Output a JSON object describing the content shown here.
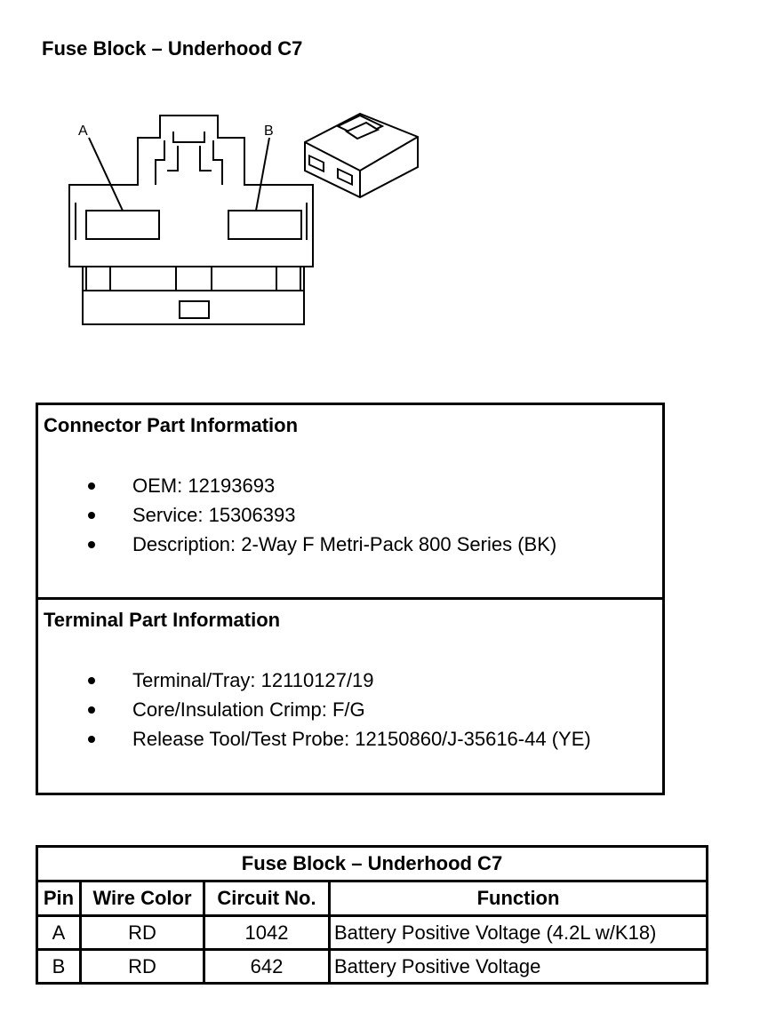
{
  "title": "Fuse Block – Underhood C7",
  "diagram": {
    "pin_label_a": "A",
    "pin_label_b": "B"
  },
  "connector_info": {
    "heading": "Connector Part Information",
    "items": [
      "OEM: 12193693",
      "Service: 15306393",
      "Description: 2-Way F Metri-Pack 800 Series (BK)"
    ]
  },
  "terminal_info": {
    "heading": "Terminal Part Information",
    "items": [
      "Terminal/Tray: 12110127/19",
      "Core/Insulation Crimp: F/G",
      "Release Tool/Test Probe: 12150860/J-35616-44 (YE)"
    ]
  },
  "pin_table": {
    "caption": "Fuse Block – Underhood C7",
    "headers": [
      "Pin",
      "Wire Color",
      "Circuit No.",
      "Function"
    ],
    "rows": [
      {
        "pin": "A",
        "wire_color": "RD",
        "circuit": "1042",
        "function": "Battery Positive Voltage (4.2L w/K18)"
      },
      {
        "pin": "B",
        "wire_color": "RD",
        "circuit": "642",
        "function": "Battery Positive Voltage"
      }
    ]
  }
}
